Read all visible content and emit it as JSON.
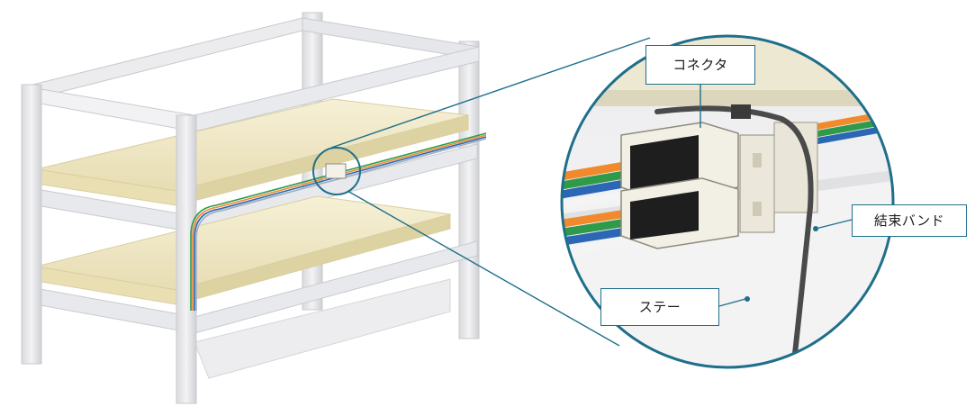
{
  "labels": {
    "connector": "コネクタ",
    "cable_tie": "結束バンド",
    "stay": "ステー"
  },
  "colors": {
    "callout_line": "#1f6f8b",
    "frame": "#e4e5e8",
    "tray": "#f1ebcb",
    "cable_orange": "#f08a2c",
    "cable_green": "#2f9a4a",
    "cable_blue": "#2c67b5",
    "cable_white": "#f4f4f4",
    "tie_band": "#4a4a4a"
  },
  "icons": {
    "zoom_magnifier": "circle-callout"
  }
}
